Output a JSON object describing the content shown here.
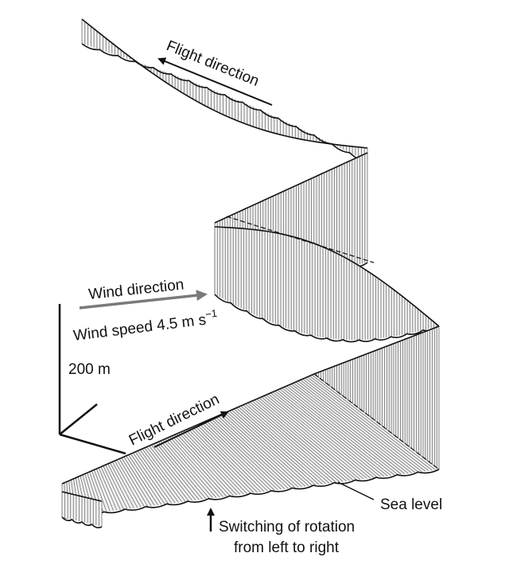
{
  "labels": {
    "flight_direction_top": "Flight direction",
    "flight_direction_bottom": "Flight direction",
    "wind_direction": "Wind direction",
    "wind_speed": "Wind speed 4.5 m s",
    "wind_speed_exp": "−1",
    "scale": "200 m",
    "sea_level": "Sea level",
    "switching_line1": "Switching of rotation",
    "switching_line2": "from left to right"
  },
  "colors": {
    "ink": "#111111",
    "hatch": "#6f6f6f",
    "wind_arrow": "#7a7a7a",
    "ribbon_fill": "#f2f2f2"
  }
}
